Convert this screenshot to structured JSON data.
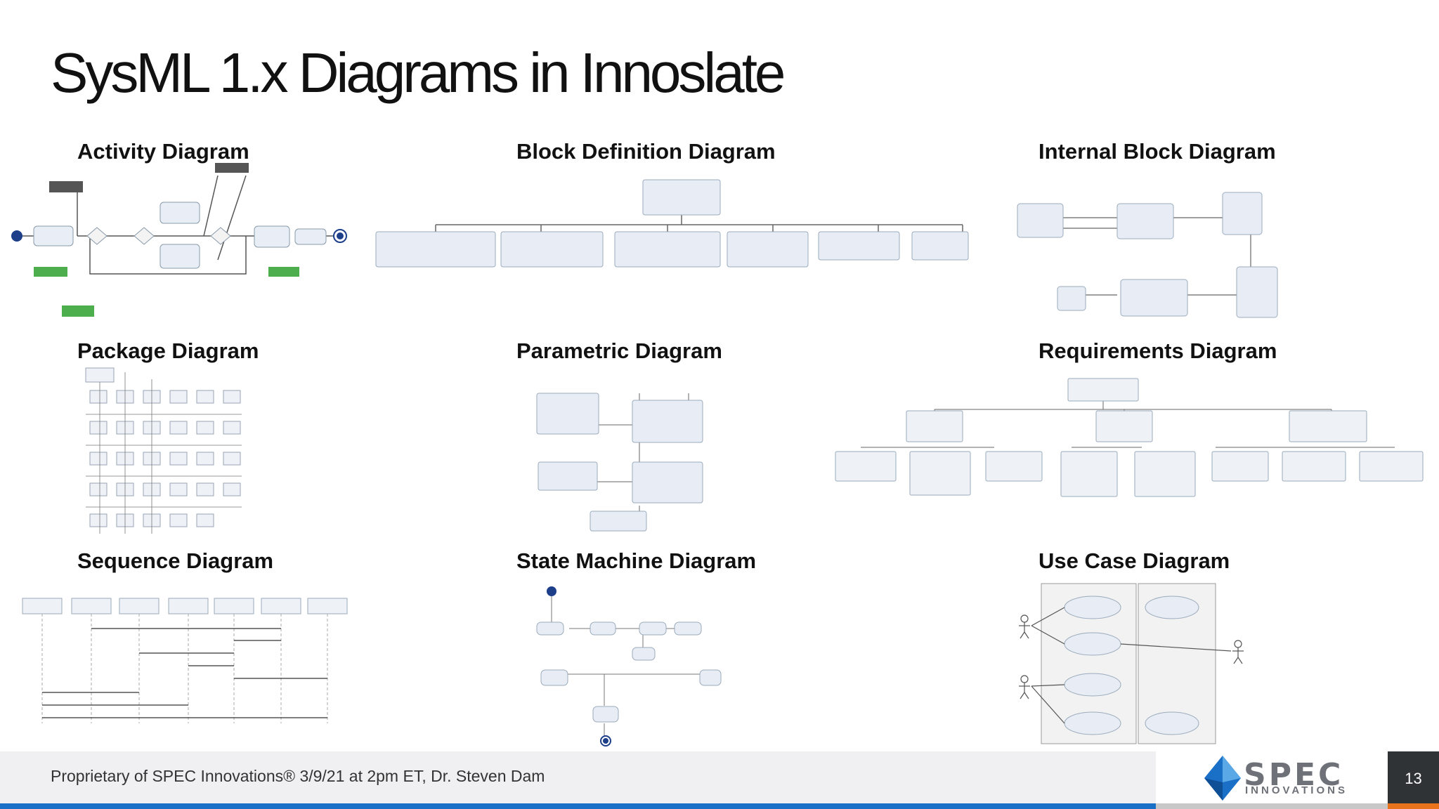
{
  "slide": {
    "title": "SysML 1.x Diagrams in Innoslate",
    "page_number": "13"
  },
  "cells": {
    "activity": "Activity Diagram",
    "bdd": "Block Definition Diagram",
    "ibd": "Internal Block Diagram",
    "package": "Package Diagram",
    "parametric": "Parametric Diagram",
    "requirements": "Requirements Diagram",
    "sequence": "Sequence Diagram",
    "state_machine": "State Machine Diagram",
    "use_case": "Use Case Diagram"
  },
  "footer": {
    "text": "Proprietary of SPEC Innovations® 3/9/21 at 2pm ET, Dr. Steven Dam",
    "logo_word": "SPEC",
    "logo_sub": "INNOVATIONS"
  },
  "colors": {
    "accent_blue": "#1a6fc7",
    "accent_orange": "#e8731c",
    "footer_bg": "#f0f0f2",
    "page_box": "#303336"
  }
}
